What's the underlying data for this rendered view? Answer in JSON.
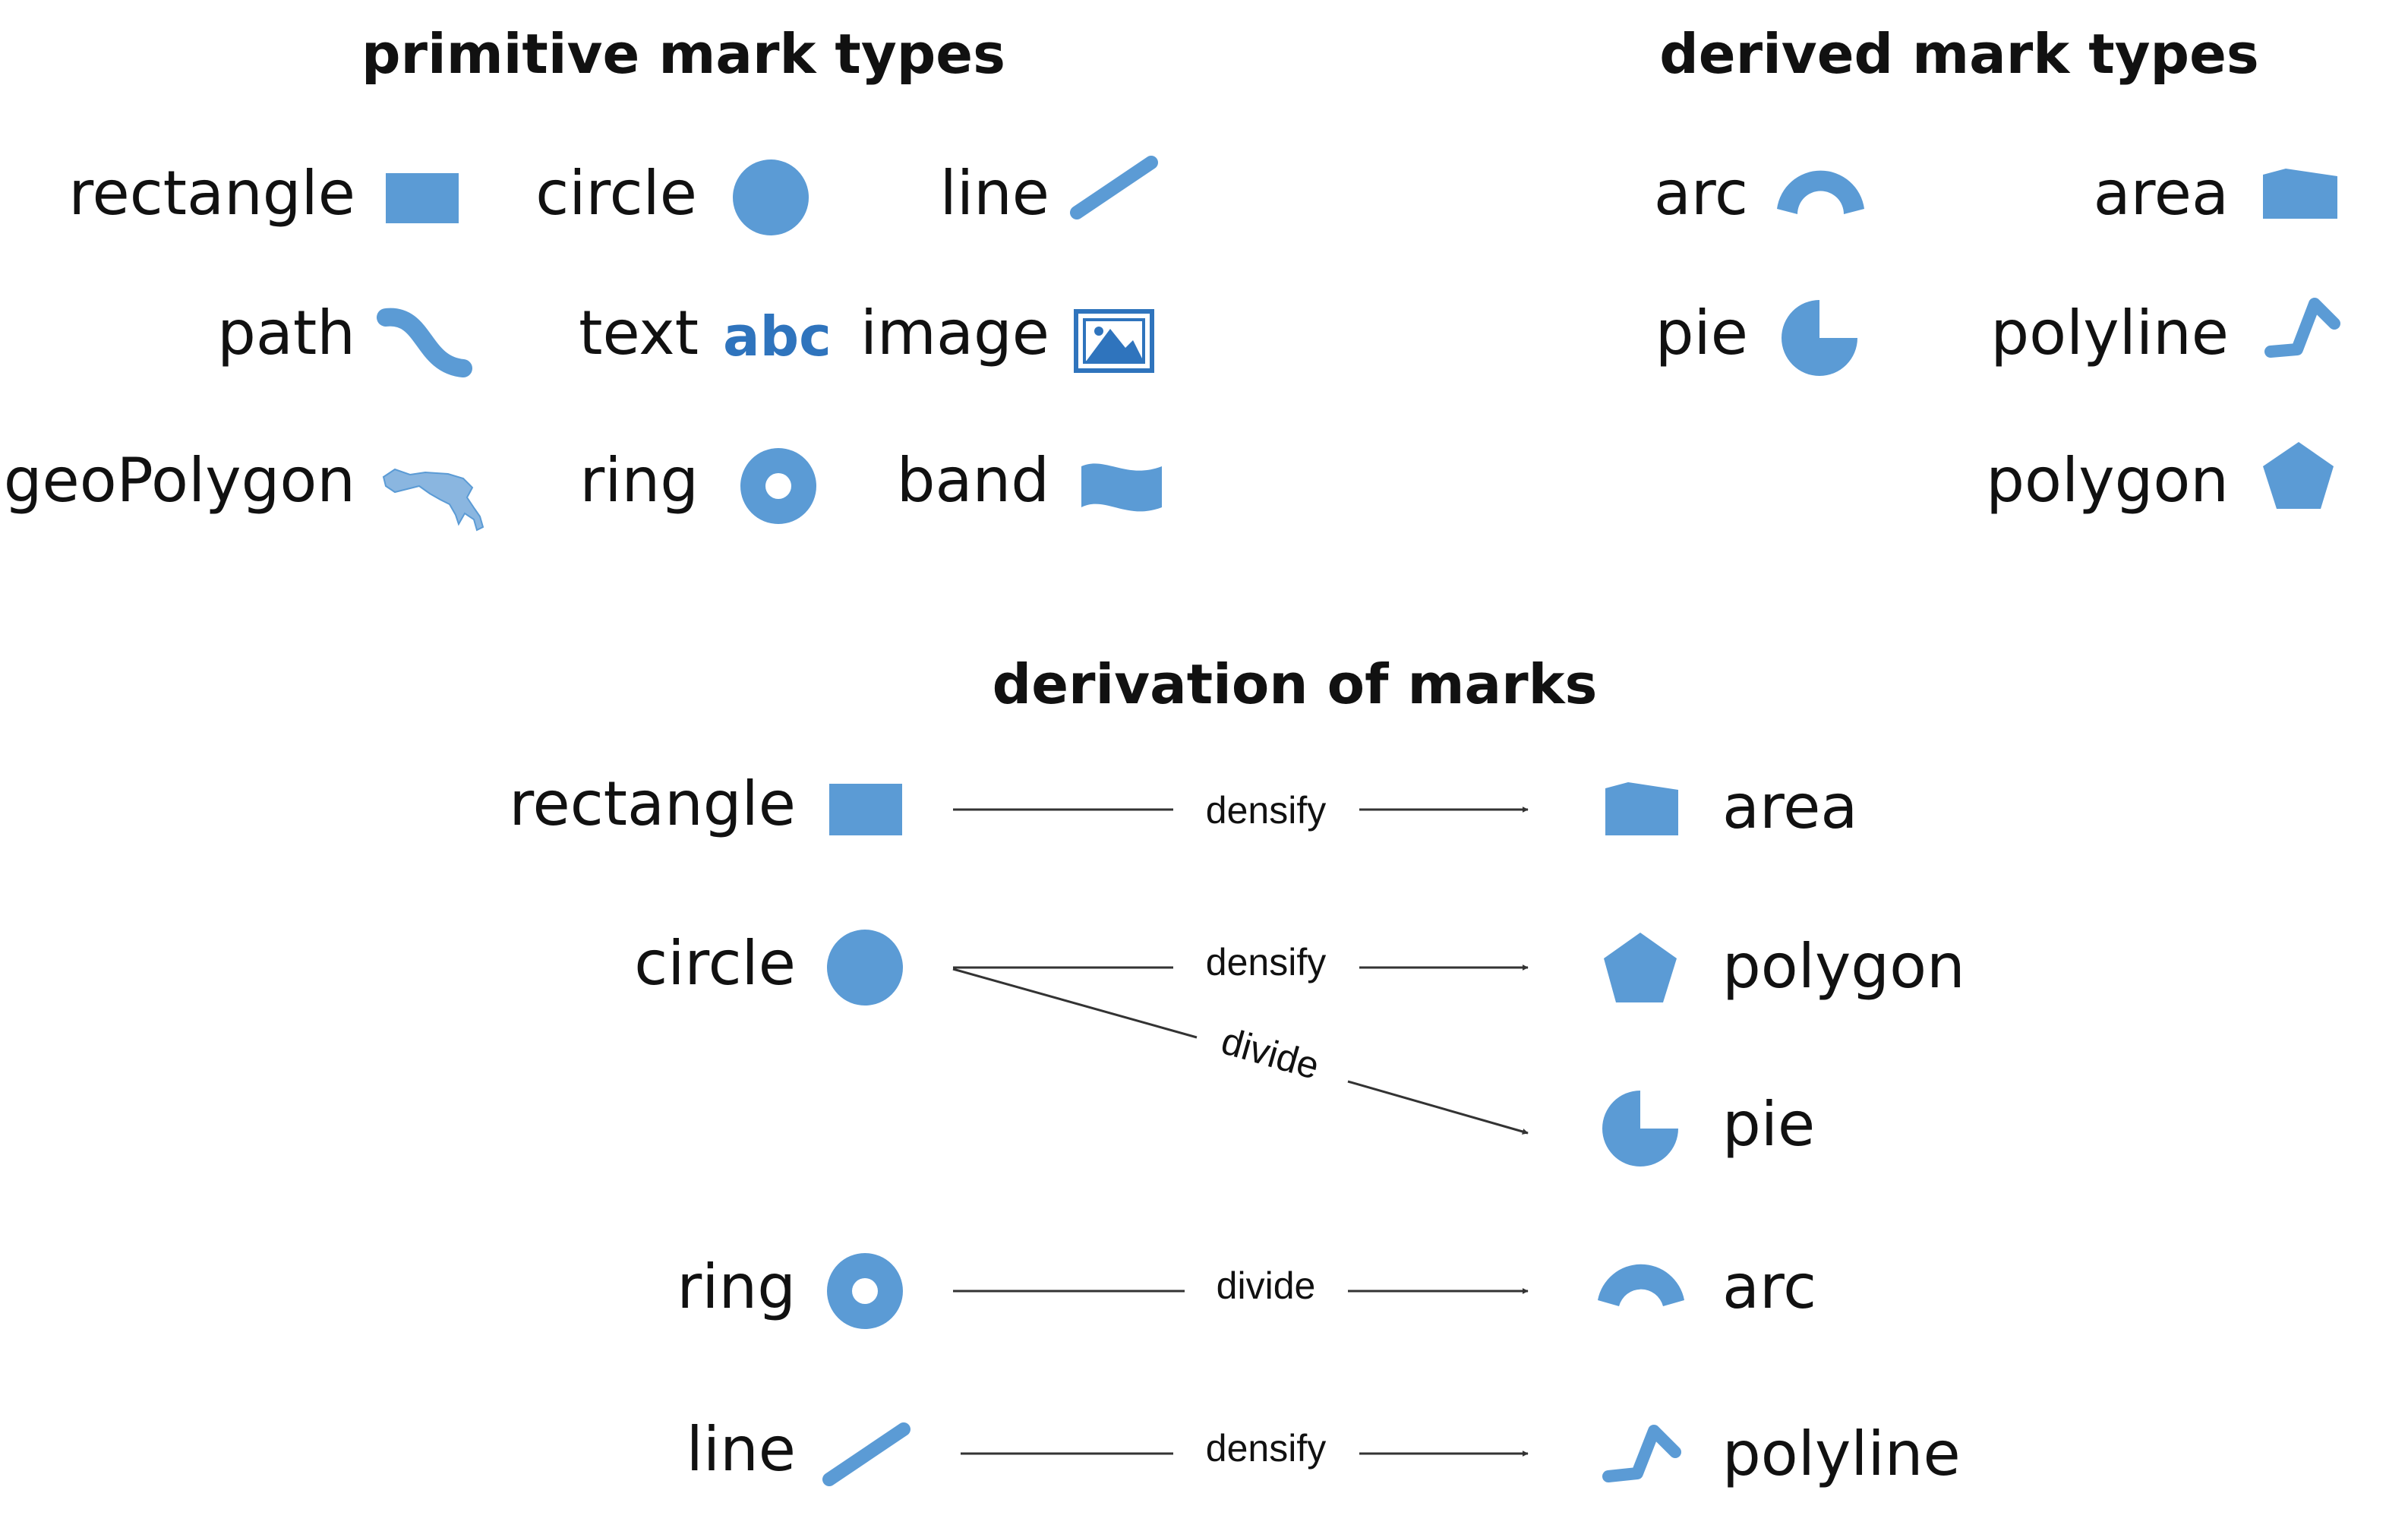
{
  "colors": {
    "mark": "#5b9bd5",
    "mark_dark": "#2f74bd",
    "text": "#111111",
    "arrow": "#333333"
  },
  "primitive": {
    "title": "primitive mark types",
    "items": [
      {
        "label": "rectangle",
        "icon": "rectangle-icon"
      },
      {
        "label": "circle",
        "icon": "circle-icon"
      },
      {
        "label": "line",
        "icon": "line-icon"
      },
      {
        "label": "path",
        "icon": "path-icon"
      },
      {
        "label": "text",
        "icon": "text-icon",
        "icon_text": "abc"
      },
      {
        "label": "image",
        "icon": "image-icon"
      },
      {
        "label": "geoPolygon",
        "icon": "geopolygon-icon"
      },
      {
        "label": "ring",
        "icon": "ring-icon"
      },
      {
        "label": "band",
        "icon": "band-icon"
      }
    ]
  },
  "derived": {
    "title": "derived mark types",
    "items": [
      {
        "label": "arc",
        "icon": "arc-icon"
      },
      {
        "label": "area",
        "icon": "area-icon"
      },
      {
        "label": "pie",
        "icon": "pie-icon"
      },
      {
        "label": "polyline",
        "icon": "polyline-icon"
      },
      {
        "label": "polygon",
        "icon": "polygon-icon"
      }
    ]
  },
  "derivation": {
    "title": "derivation of marks",
    "sources": [
      {
        "label": "rectangle",
        "icon": "rectangle-icon"
      },
      {
        "label": "circle",
        "icon": "circle-icon"
      },
      {
        "label": "ring",
        "icon": "ring-icon"
      },
      {
        "label": "line",
        "icon": "line-icon"
      }
    ],
    "operations": [
      "densify",
      "densify",
      "divide",
      "divide",
      "densify"
    ],
    "targets": [
      {
        "label": "area",
        "icon": "area-icon"
      },
      {
        "label": "polygon",
        "icon": "polygon-icon"
      },
      {
        "label": "pie",
        "icon": "pie-icon"
      },
      {
        "label": "arc",
        "icon": "arc-icon"
      },
      {
        "label": "polyline",
        "icon": "polyline-icon"
      }
    ]
  }
}
